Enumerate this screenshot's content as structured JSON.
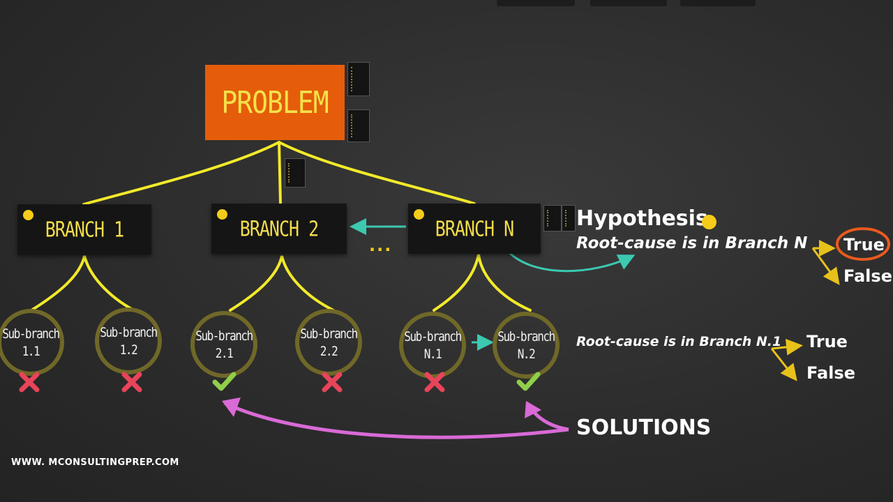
{
  "problem": {
    "label": "PROBLEM"
  },
  "branches": [
    {
      "label": "BRANCH 1"
    },
    {
      "label": "BRANCH 2"
    },
    {
      "label": "BRANCH N"
    }
  ],
  "ellipsis": "...",
  "sub_branches": [
    {
      "line1": "Sub-branch",
      "line2": "1.1",
      "result": "cross"
    },
    {
      "line1": "Sub-branch",
      "line2": "1.2",
      "result": "cross"
    },
    {
      "line1": "Sub-branch",
      "line2": "2.1",
      "result": "check"
    },
    {
      "line1": "Sub-branch",
      "line2": "2.2",
      "result": "cross"
    },
    {
      "line1": "Sub-branch",
      "line2": "N.1",
      "result": "cross"
    },
    {
      "line1": "Sub-branch",
      "line2": "N.2",
      "result": "check"
    }
  ],
  "hypothesis": {
    "title": "Hypothesis",
    "statement": "Root-cause is in Branch N",
    "true_label": "True",
    "false_label": "False",
    "selected": "True"
  },
  "hypothesis2": {
    "statement": "Root-cause is in Branch N.1",
    "true_label": "True",
    "false_label": "False"
  },
  "solutions_label": "SOLUTIONS",
  "website": "WWW. MCONSULTINGPREP.COM",
  "colors": {
    "problem_bg": "#e55d0a",
    "tree_line": "#f2ea2a",
    "accent_yellow": "#f5cc1a",
    "subbranch_ring": "#706828",
    "cross": "#e8445a",
    "check": "#8fcf4a",
    "arrow_teal": "#3cc9b0",
    "arrow_pink": "#d96ad6",
    "highlight_ring": "#ea5a1e"
  }
}
